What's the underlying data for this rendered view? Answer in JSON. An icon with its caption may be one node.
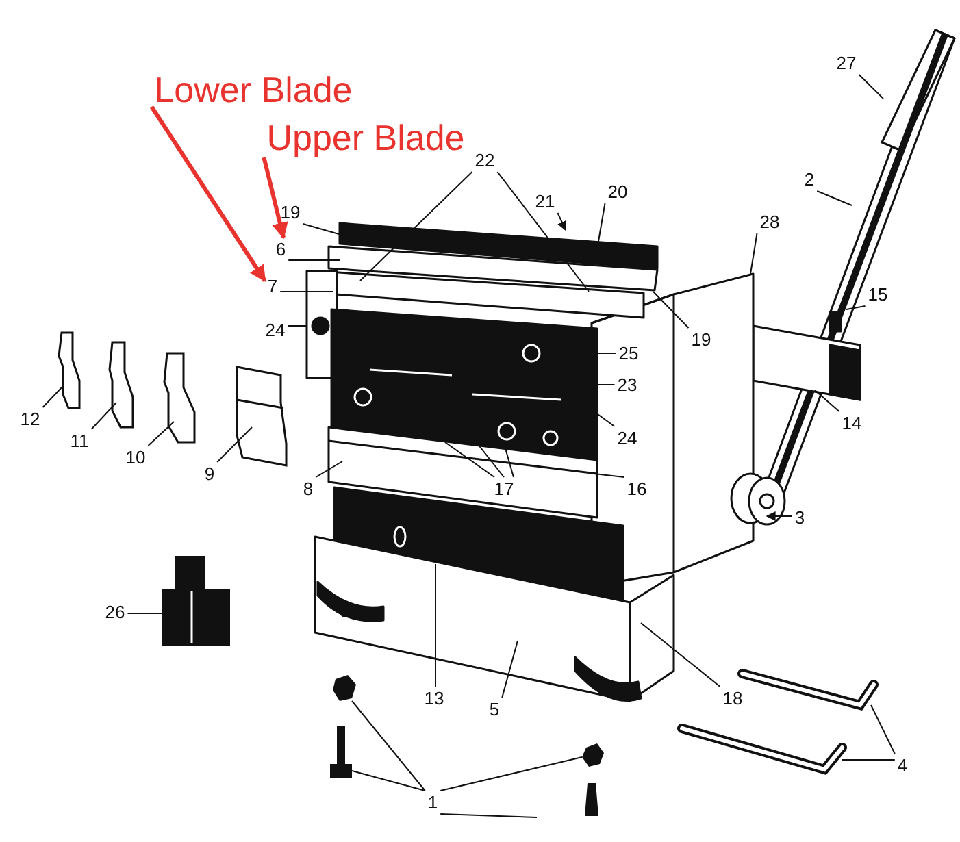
{
  "diagram": {
    "nodes": [
      {
        "text": [
          "Lower Blade"
        ]
      },
      {
        "text": [
          "27"
        ]
      },
      {
        "text": [
          "Upper Blade"
        ]
      },
      {
        "text": [
          "22"
        ]
      },
      {
        "text": [
          "21"
        ]
      },
      {
        "text": [
          "20"
        ]
      },
      {
        "text": [
          "2"
        ]
      },
      {
        "text": [
          "19"
        ]
      },
      {
        "text": [
          "28"
        ]
      },
      {
        "text": [
          "6"
        ]
      },
      {
        "text": [
          "7"
        ]
      },
      {
        "text": [
          "15"
        ]
      },
      {
        "text": [
          "19"
        ]
      },
      {
        "text": [
          "24"
        ]
      },
      {
        "text": [
          "25"
        ]
      },
      {
        "text": [
          "23"
        ]
      },
      {
        "text": [
          "12"
        ]
      },
      {
        "text": [
          "11"
        ]
      },
      {
        "text": [
          "14"
        ]
      },
      {
        "text": [
          "10"
        ]
      },
      {
        "text": [
          "24"
        ]
      },
      {
        "text": [
          "9"
        ]
      },
      {
        "text": [
          "8"
        ]
      },
      {
        "text": [
          "16"
        ]
      },
      {
        "text": [
          "17"
        ]
      },
      {
        "text": [
          "3"
        ]
      },
      {
        "text": [
          "26"
        ]
      },
      {
        "text": [
          "13"
        ]
      },
      {
        "text": [
          "5"
        ]
      },
      {
        "text": [
          "18"
        ]
      },
      {
        "text": [
          "4"
        ]
      },
      {
        "text": [
          "1"
        ]
      },
      {
        "text": [],
        "shape": "picture"
      },
      {
        "text": [],
        "shape": "picture"
      },
      {
        "text": [],
        "shape": "picture"
      },
      {
        "text": [],
        "shape": "picture"
      },
      {
        "text": [],
        "shape": "picture"
      },
      {
        "text": [],
        "shape": "picture"
      }
    ],
    "edges": [
      {
        "from": 0,
        "to": 10,
        "arrow": "to",
        "style": "thick",
        "color": "#e8332f"
      },
      {
        "from": 1,
        "to": null,
        "arrow": "none"
      },
      {
        "from": 2,
        "to": 9,
        "arrow": "to",
        "style": "thick",
        "color": "#e8332f"
      },
      {
        "from": 3,
        "to": null,
        "arrow": "none"
      },
      {
        "from": 3,
        "to": null,
        "arrow": "none"
      },
      {
        "from": 4,
        "to": null,
        "arrow": "to"
      },
      {
        "from": 5,
        "to": null,
        "arrow": "none"
      },
      {
        "from": 6,
        "to": null,
        "arrow": "none"
      },
      {
        "from": 7,
        "to": null,
        "arrow": "none"
      },
      {
        "from": 8,
        "to": null,
        "arrow": "none"
      },
      {
        "from": 9,
        "to": null,
        "arrow": "none"
      },
      {
        "from": 10,
        "to": null,
        "arrow": "none"
      },
      {
        "from": 11,
        "to": null,
        "arrow": "none"
      },
      {
        "from": 12,
        "to": null,
        "arrow": "none"
      },
      {
        "from": 13,
        "to": null,
        "arrow": "none"
      },
      {
        "from": 14,
        "to": null,
        "arrow": "none"
      },
      {
        "from": 15,
        "to": null,
        "arrow": "none"
      },
      {
        "from": 16,
        "to": null,
        "arrow": "none"
      },
      {
        "from": 17,
        "to": null,
        "arrow": "none"
      },
      {
        "from": 18,
        "to": null,
        "arrow": "none"
      },
      {
        "from": 19,
        "to": null,
        "arrow": "none"
      },
      {
        "from": 20,
        "to": null,
        "arrow": "none"
      },
      {
        "from": 21,
        "to": null,
        "arrow": "none"
      },
      {
        "from": 22,
        "to": null,
        "arrow": "none"
      },
      {
        "from": 23,
        "to": null,
        "arrow": "none"
      },
      {
        "from": 24,
        "to": null,
        "arrow": "none"
      },
      {
        "from": 24,
        "to": null,
        "arrow": "none"
      },
      {
        "from": 24,
        "to": null,
        "arrow": "none"
      },
      {
        "from": 25,
        "to": null,
        "arrow": "to"
      },
      {
        "from": 26,
        "to": 32,
        "arrow": "none"
      },
      {
        "from": 27,
        "to": null,
        "arrow": "none"
      },
      {
        "from": 28,
        "to": null,
        "arrow": "none"
      },
      {
        "from": 29,
        "to": null,
        "arrow": "none"
      },
      {
        "from": 30,
        "to": 33,
        "arrow": "none"
      },
      {
        "from": 30,
        "to": 34,
        "arrow": "none"
      },
      {
        "from": 31,
        "to": 35,
        "arrow": "none"
      },
      {
        "from": 31,
        "to": 36,
        "arrow": "none"
      },
      {
        "from": 31,
        "to": 37,
        "arrow": "none"
      },
      {
        "from": 31,
        "to": null,
        "arrow": "none"
      }
    ]
  }
}
